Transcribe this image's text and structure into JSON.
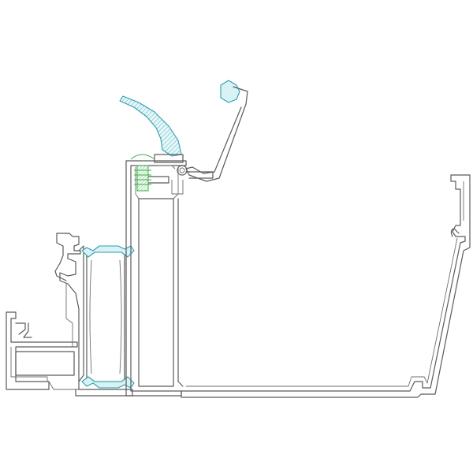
{
  "figure": {
    "kind": "technical cross-section drawing",
    "colors": {
      "profile_outline": "#5a5a5a",
      "gasket": "#2f9fae",
      "gasket_fill": "#d9f2f5",
      "screw": "#3fae49",
      "background": "#ffffff"
    },
    "components": [
      "window-frame-profile",
      "glazing-gaskets",
      "mullion-tube",
      "cap-flap",
      "hinged-cover-arm",
      "fixing-screw",
      "gutter-channel"
    ]
  }
}
